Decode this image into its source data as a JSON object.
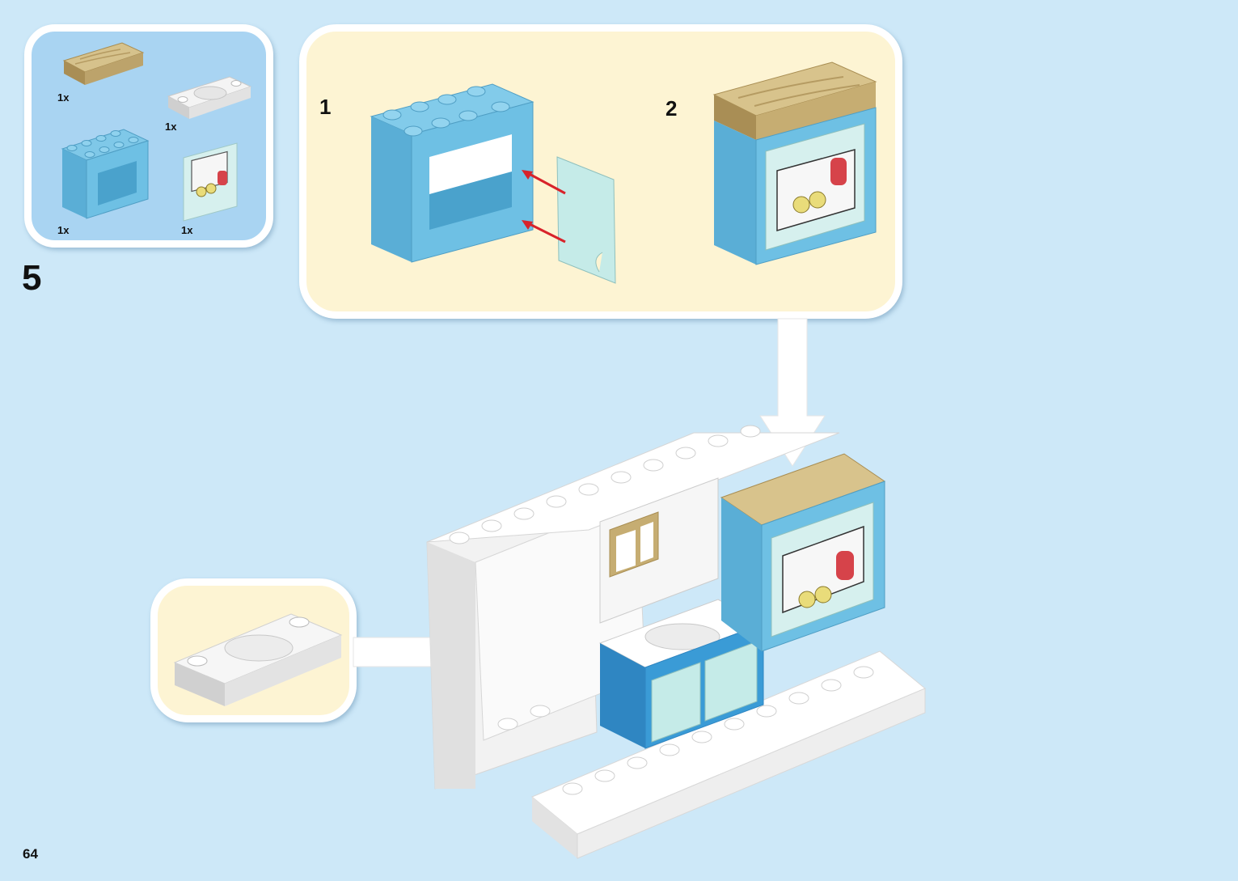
{
  "page": {
    "number": "64"
  },
  "step": {
    "number": "5"
  },
  "parts_list": {
    "items": [
      {
        "name": "tan wood-grain roof plate",
        "qty": "1x"
      },
      {
        "name": "white sink plate",
        "qty": "1x"
      },
      {
        "name": "light blue window frame",
        "qty": "1x"
      },
      {
        "name": "oven door panel",
        "qty": "1x"
      }
    ]
  },
  "substeps": [
    {
      "label": "1"
    },
    {
      "label": "2"
    }
  ],
  "colors": {
    "background": "#cde8f8",
    "parts_panel": "#a9d4f2",
    "callout_panel": "#fdf4d3",
    "brick_blue": "#6ec0e4",
    "brick_tan": "#c6ad72",
    "arrow_red": "#d8232a"
  }
}
